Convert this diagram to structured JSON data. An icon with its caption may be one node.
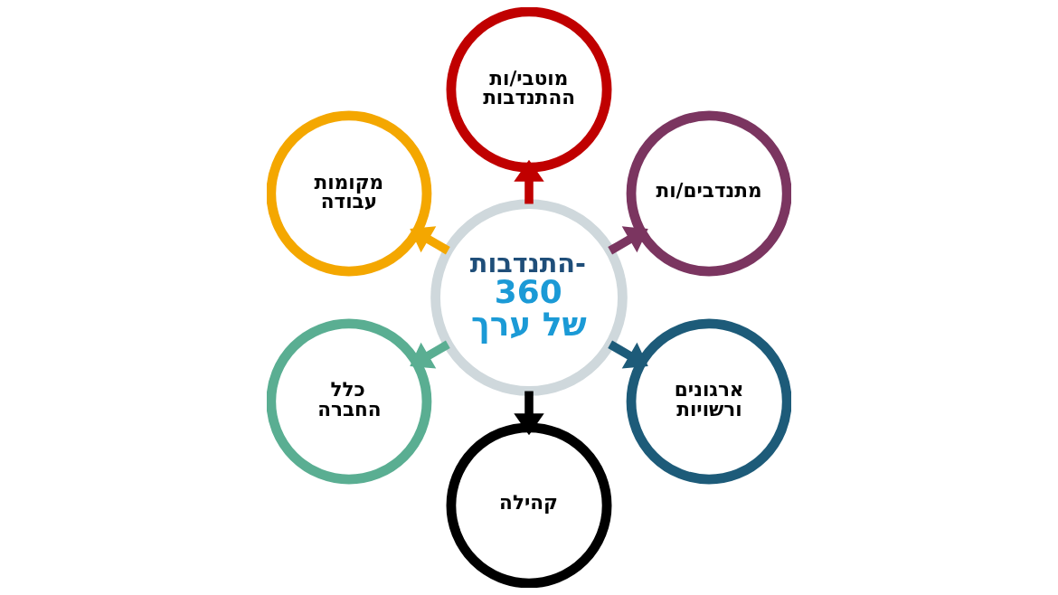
{
  "diagram": {
    "nodes": [
      {
        "text": [
          "התנדבות-",
          "360 של ערך"
        ]
      },
      {
        "text": [
          "מוטבי/ות ההתנדבות"
        ]
      },
      {
        "text": [
          "מתנדבים/ות"
        ]
      },
      {
        "text": [
          "ארגונים ורשויות"
        ]
      },
      {
        "text": [
          "קהילה"
        ]
      },
      {
        "text": [
          "כלל החברה"
        ]
      },
      {
        "text": [
          "מקומות עבודה"
        ]
      }
    ],
    "edges": [
      {
        "from": 0,
        "to": 1,
        "arrow": "to",
        "color": "#c00000"
      },
      {
        "from": 0,
        "to": 2,
        "arrow": "to",
        "color": "#7b3560"
      },
      {
        "from": 0,
        "to": 3,
        "arrow": "to",
        "color": "#1d5b79"
      },
      {
        "from": 0,
        "to": 4,
        "arrow": "to",
        "color": "#000000"
      },
      {
        "from": 0,
        "to": 5,
        "arrow": "to",
        "color": "#5aae92"
      },
      {
        "from": 0,
        "to": 6,
        "arrow": "to",
        "color": "#f4a700"
      }
    ]
  }
}
